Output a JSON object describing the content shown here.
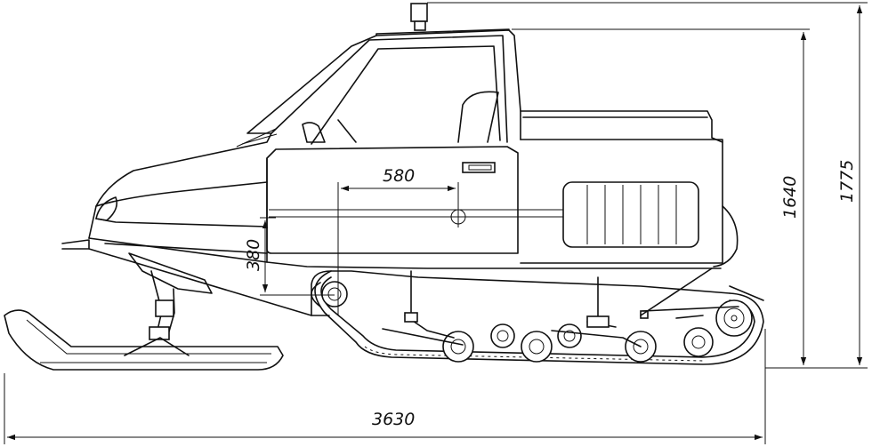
{
  "drawing": {
    "subject": "snowmobile-side-view",
    "line_color": "#111111",
    "background": "#ffffff"
  },
  "dimensions": {
    "overall_length": "3630",
    "overall_height": "1775",
    "cab_height": "1640",
    "seat_height": "380",
    "seat_offset": "580"
  }
}
